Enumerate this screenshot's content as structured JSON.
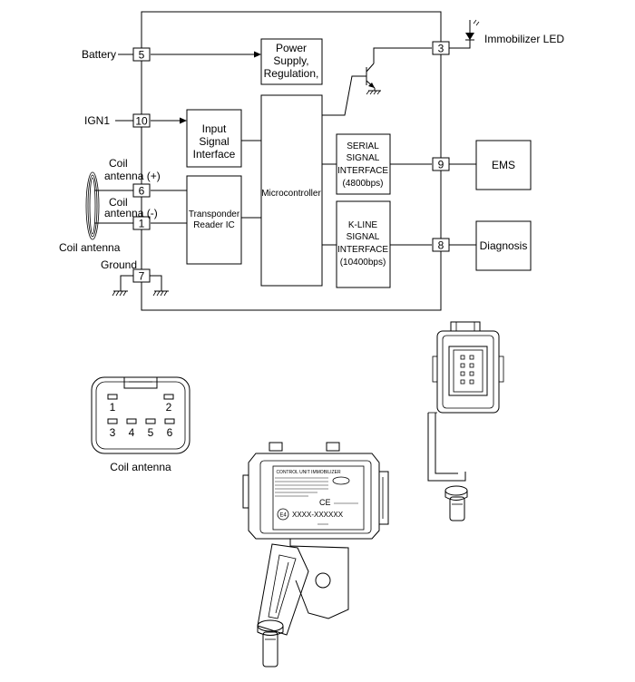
{
  "ecu_blocks": {
    "power_supply": [
      "Power",
      "Supply,",
      "Regulation,"
    ],
    "input_signal": [
      "Input",
      "Signal",
      "Interface"
    ],
    "microcontroller": "Microcontroller",
    "transponder": [
      "Transponder",
      "Reader IC"
    ],
    "serial": [
      "SERIAL",
      "SIGNAL",
      "INTERFACE",
      "(4800bps)"
    ],
    "kline": [
      "K-LINE",
      "SIGNAL",
      "INTERFACE",
      "(10400bps)"
    ]
  },
  "external": {
    "ems": "EMS",
    "diagnosis": "Diagnosis",
    "immobilizer_led": "Immobilizer LED"
  },
  "signals": {
    "battery": "Battery",
    "ign1": "IGN1",
    "coil_pos": [
      "Coil",
      "antenna (+)"
    ],
    "coil_neg": [
      "Coil",
      "antenna (-)"
    ],
    "coil_antenna": "Coil antenna",
    "ground": "Ground"
  },
  "pins": {
    "battery": "5",
    "ign1": "10",
    "coil_pos": "6",
    "coil_neg": "1",
    "ground": "7",
    "led": "3",
    "ems": "9",
    "diagnosis": "8"
  },
  "connector": {
    "caption": "Coil antenna",
    "top_row": [
      "1",
      "2"
    ],
    "bottom_row": [
      "3",
      "4",
      "5",
      "6"
    ]
  },
  "unit_label": {
    "title": "CONTROL UNIT IMMOBILIZER",
    "code": "XXXX-XXXXXX",
    "mark": "E4",
    "ce": "CE"
  }
}
